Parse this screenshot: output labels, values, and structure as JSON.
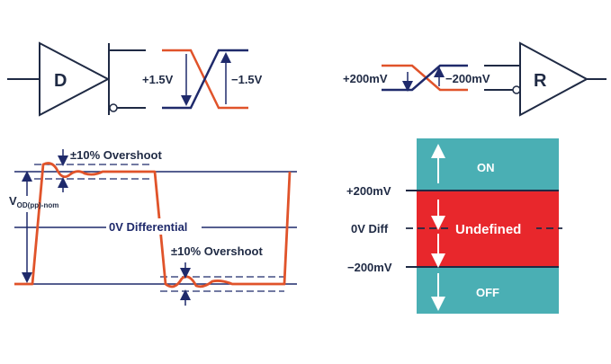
{
  "driver": {
    "label": "D",
    "pos_label": "+1.5V",
    "neg_label": "−1.5V"
  },
  "receiver": {
    "label": "R",
    "pos_label": "+200mV",
    "neg_label": "−200mV"
  },
  "waveform": {
    "vod_main": "V",
    "vod_sub": "OD(pp)-nom",
    "overshoot_top": "±10% Overshoot",
    "overshoot_bottom": "±10% Overshoot",
    "center": "0V Differential"
  },
  "thresholds": {
    "on": "ON",
    "undefined": "Undefined",
    "off": "OFF",
    "high": "+200mV",
    "mid": "0V Diff",
    "low": "−200mV"
  },
  "colors": {
    "signal": "#e0532a",
    "line": "#1f2a6b",
    "teal": "#4aafb4",
    "red": "#e8272c"
  }
}
